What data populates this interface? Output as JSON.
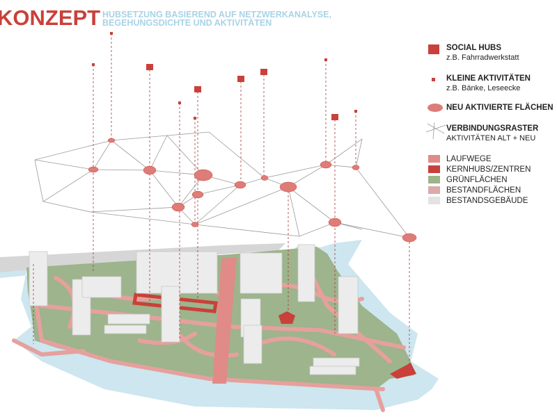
{
  "header": {
    "title": "KONZEPT",
    "subtitle_line1": "HUBSETZUNG BASIEREND AUF NETZWERKANALYSE,",
    "subtitle_line2": "BEGEHUNGSDICHTE UND AKTIVITÄTEN"
  },
  "legend": {
    "symbols": [
      {
        "title": "SOCIAL HUBS",
        "sub": "z.B. Fahrradwerkstatt",
        "icon": "social-hub-cube"
      },
      {
        "title": "KLEINE AKTIVITÄTEN",
        "sub": "z.B. Bänke, Leseecke",
        "icon": "small-square"
      },
      {
        "title": "NEU AKTIVIERTE FLÄCHEN",
        "icon": "ellipse"
      },
      {
        "title": "VERBINDUNGSRASTER",
        "sub": "AKTIVITÄTEN ALT + NEU",
        "icon": "network-lines"
      }
    ],
    "areas": [
      {
        "label": "LAUFWEGE",
        "color": "#e08b88"
      },
      {
        "label": "KERNHUBS/ZENTREN",
        "color": "#c9413a"
      },
      {
        "label": "GRÜNFLÄCHEN",
        "color": "#9db48c"
      },
      {
        "label": "BESTANDFLÄCHEN",
        "color": "#dbaaaa"
      },
      {
        "label": "BESTANDSGEBÄUDE",
        "color": "#e3e3e3"
      }
    ]
  },
  "colors": {
    "accent": "#c9413a",
    "water": "#cde6ef",
    "green": "#9db48c",
    "path": "#e6a09d",
    "node": "#de7c78"
  }
}
